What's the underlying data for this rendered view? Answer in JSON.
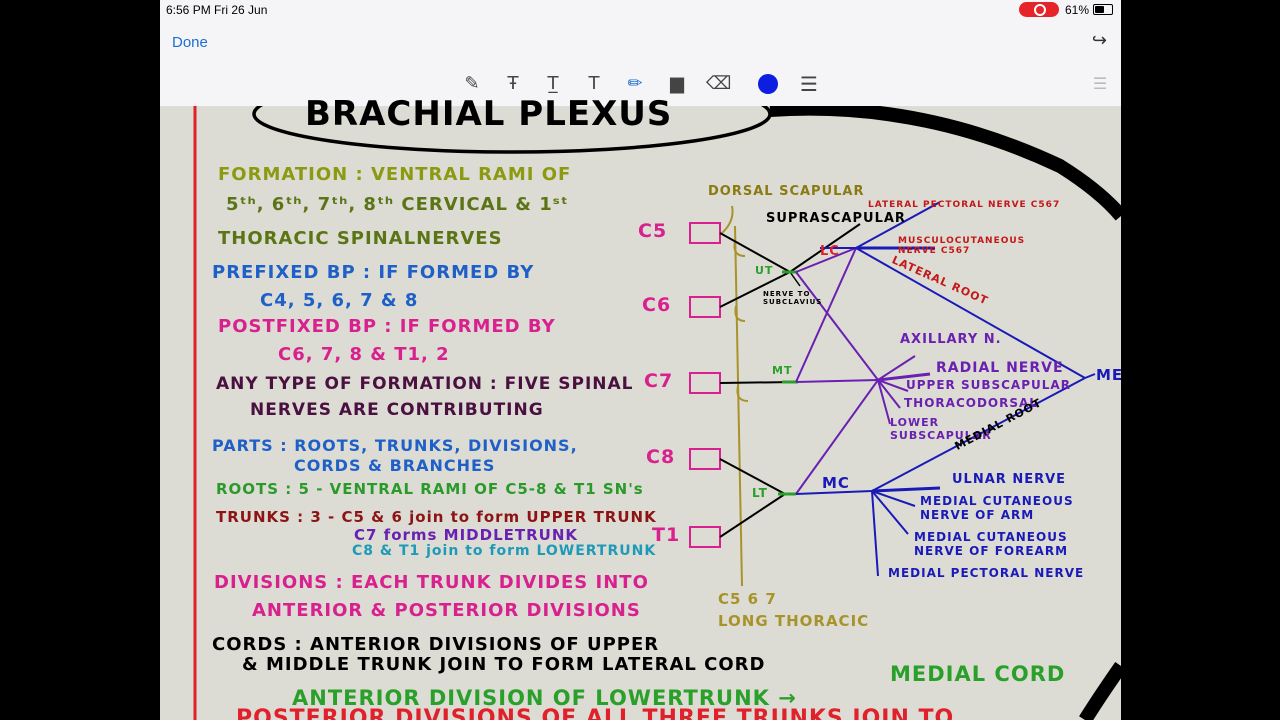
{
  "status": {
    "time": "6:56 PM  Fri 26 Jun",
    "battery": "61%",
    "battery_level": 0.61
  },
  "nav": {
    "done": "Done"
  },
  "toolbar": {
    "tools": [
      "pen-icon",
      "highlighter-text-icon",
      "text-underline-icon",
      "text-icon",
      "marker-icon",
      "comment-icon",
      "eraser-icon"
    ],
    "selected_color": "#0c1ee0"
  },
  "notes": {
    "title": "BRACHIAL PLEXUS",
    "formation1": "FORMATION : VENTRAL RAMI OF",
    "formation2": "5ᵗʰ, 6ᵗʰ, 7ᵗʰ, 8ᵗʰ CERVICAL & 1ˢᵗ",
    "formation3": "THORACIC SPINALNERVES",
    "prefixed1": "PREFIXED BP : IF FORMED BY",
    "prefixed2": "C4, 5, 6, 7 & 8",
    "postfixed1": "POSTFIXED BP : IF FORMED BY",
    "postfixed2": "C6, 7, 8 & T1, 2",
    "anytype1": "ANY TYPE OF FORMATION : FIVE SPINAL",
    "anytype2": "NERVES ARE CONTRIBUTING",
    "parts1": "PARTS : ROOTS, TRUNKS, DIVISIONS,",
    "parts2": "CORDS & BRANCHES",
    "roots": "ROOTS : 5 - VENTRAL RAMI OF C5-8 & T1 SN's",
    "trunks1": "TRUNKS : 3 - C5 & 6 join to form UPPER TRUNK",
    "trunks2": "C7 forms MIDDLETRUNK",
    "trunks3": "C8 & T1 join to form LOWERTRUNK",
    "divisions1": "DIVISIONS : EACH TRUNK DIVIDES INTO",
    "divisions2": "ANTERIOR & POSTERIOR DIVISIONS",
    "cords1": "CORDS : ANTERIOR DIVISIONS OF UPPER",
    "cords2": "& MIDDLE TRUNK JOIN TO FORM LATERAL CORD",
    "cords3": "ANTERIOR DIVISION OF LOWERTRUNK →",
    "cords3b": "MEDIAL CORD",
    "cords4": "POSTERIOR DIVISIONS OF ALL THREE TRUNKS JOIN TO"
  },
  "diagram": {
    "roots": [
      "C5",
      "C6",
      "C7",
      "C8",
      "T1"
    ],
    "trunks": {
      "upper": "UT",
      "middle": "MT",
      "lower": "LT"
    },
    "cords": {
      "lateral": "LC",
      "medial": "MC"
    },
    "dorsal_scapular": "DORSAL SCAPULAR",
    "suprascapular": "SUPRASCAPULAR",
    "nerve_subclavius": "NERVE TO SUBCLAVIUS",
    "lateral_pectoral": "LATERAL PECTORAL NERVE C567",
    "musculocutaneous": "MUSCULOCUTANEOUS NERVE C567",
    "lateral_root": "LATERAL ROOT",
    "axillary": "AXILLARY N.",
    "radial": "RADIAL NERVE",
    "upper_subscapular": "UPPER SUBSCAPULAR",
    "thoracodorsal": "THORACODORSAL",
    "lower_subscapular": "LOWER SUBSCAPULAR",
    "medial_root": "MEDIAL ROOT",
    "median": "ME",
    "ulnar": "ULNAR NERVE",
    "mcn_arm": "MEDIAL CUTANEOUS NERVE OF ARM",
    "mcn_forearm": "MEDIAL CUTANEOUS NERVE OF FOREARM",
    "medial_pectoral": "MEDIAL PECTORAL NERVE",
    "long_thoracic1": "C5 6 7",
    "long_thoracic2": "LONG THORACIC"
  }
}
